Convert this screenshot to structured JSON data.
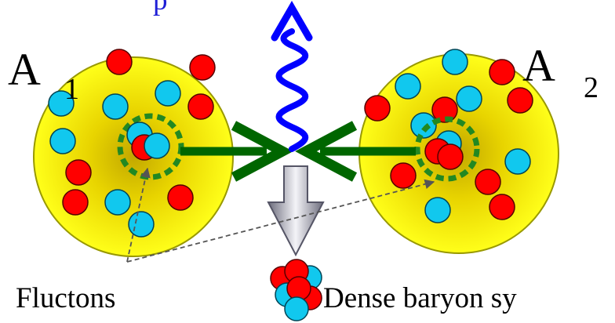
{
  "labels": {
    "nucleus_left": "A",
    "nucleus_left_sub": "1",
    "nucleus_right": "A",
    "nucleus_right_sub": "2",
    "fluctons": "Fluctons",
    "dense_baryon": "Dense baryon sy",
    "top_partial": "p"
  },
  "colors": {
    "nucleus_fill": "#ffff1a",
    "nucleus_core": "#c9b000",
    "proton": "#ff0000",
    "neutron": "#11c8ee",
    "collision_arrow": "#006600",
    "fluction_ring": "#228822",
    "photon": "#0000ff",
    "output_arrow": "#8a8a9a",
    "pointer_line": "#555555"
  },
  "icons": {
    "photon": "wavy-arrow-icon",
    "output": "down-arrow-icon",
    "cluster": "baryon-cluster-icon"
  }
}
